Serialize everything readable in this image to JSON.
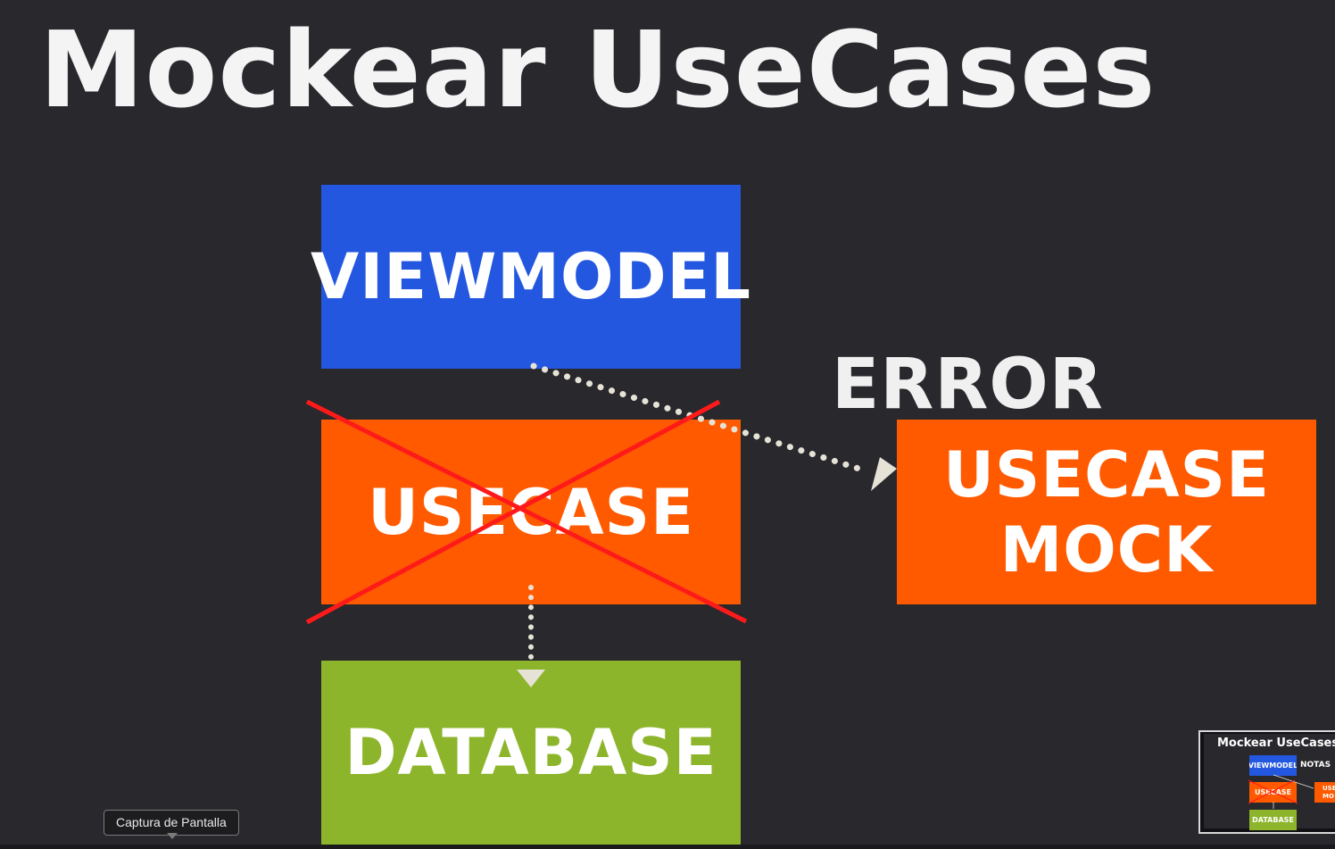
{
  "slide": {
    "title": "Mockear UseCases",
    "boxes": {
      "viewmodel": "VIEWMODEL",
      "usecase": "USECASE",
      "database": "DATABASE",
      "mock_line1": "USECASE",
      "mock_line2": "MOCK"
    },
    "error_label": "ERROR"
  },
  "colors": {
    "background": "#28282d",
    "viewmodel": "#2457e0",
    "usecase": "#ff5a00",
    "database": "#8db52c",
    "cross": "#ff1a1a",
    "arrow": "#e6e2d6"
  },
  "tooltip": {
    "text": "Captura de Pantalla"
  },
  "thumbnail": {
    "title": "Mockear UseCases",
    "viewmodel": "VIEWMODEL",
    "notes": "NOTAS",
    "usecase": "USECASE",
    "database": "DATABASE",
    "mock": "USE MO"
  }
}
